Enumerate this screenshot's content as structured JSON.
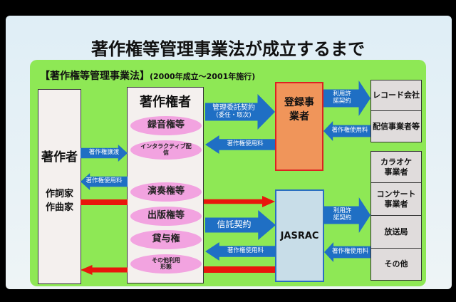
{
  "title": "著作権等管理事業法が成立するまで",
  "subtitle": {
    "main": "【著作権等管理事業法】",
    "note": "(2000年成立～2001年施行)"
  },
  "author": {
    "label": "著作者",
    "sub1": "作詞家",
    "sub2": "作曲家"
  },
  "rights_holder": {
    "label": "著作権者",
    "rights": [
      "録音権等",
      "インタラクティブ配信",
      "演奏権等",
      "出版権等",
      "貸与権",
      "その他利用形態"
    ]
  },
  "arrows": {
    "transfer": "著作権譲渡",
    "royalty": "著作権使用料",
    "mgmt_contract": "管理委託契約",
    "mgmt_note": "(委任・取次)",
    "trust": "信託契約",
    "license": "利用許諾契約"
  },
  "registered": "登録事業者",
  "jasrac": "JASRAC",
  "users_top": [
    "レコード会社",
    "配信事業者等"
  ],
  "users_bottom": [
    "カラオケ事業者",
    "コンサート事業者",
    "放送局",
    "その他"
  ]
}
